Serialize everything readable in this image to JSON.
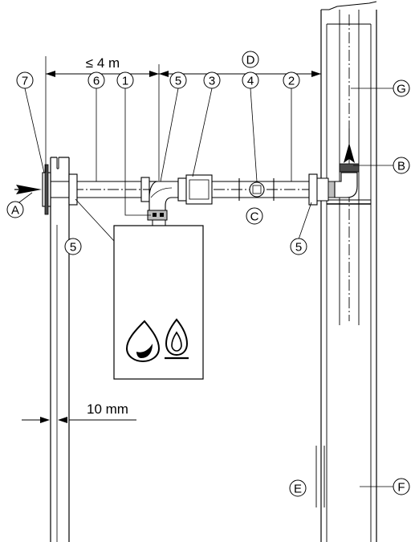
{
  "callouts": {
    "c1": "1",
    "c2": "2",
    "c3": "3",
    "c4": "4",
    "c5": "5",
    "c6": "6",
    "c7": "7",
    "cA": "A",
    "cB": "B",
    "cC": "C",
    "cD": "D",
    "cE": "E",
    "cF": "F",
    "cG": "G"
  },
  "dimensions": {
    "max_length": "≤ 4 m",
    "wall_gap": "10 mm"
  }
}
